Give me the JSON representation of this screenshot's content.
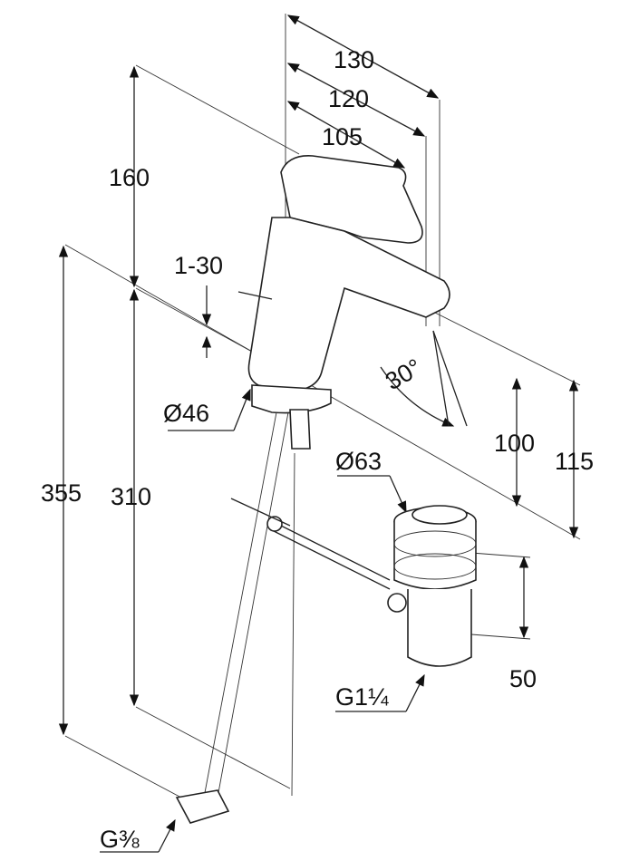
{
  "drawing": {
    "dimensions": {
      "overall_reach": "130",
      "spout_reach": "120",
      "lever_reach": "105",
      "top_height": "160",
      "tap_hole_thickness": "1-30",
      "base_diameter": "Ø46",
      "swivel_angle": "30°",
      "spout_height": "100",
      "outlet_height": "115",
      "total_height": "355",
      "hose_length": "310",
      "waste_diameter": "Ø63",
      "waste_height": "50",
      "waste_thread": "G1¼",
      "supply_thread": "G⅜"
    }
  }
}
